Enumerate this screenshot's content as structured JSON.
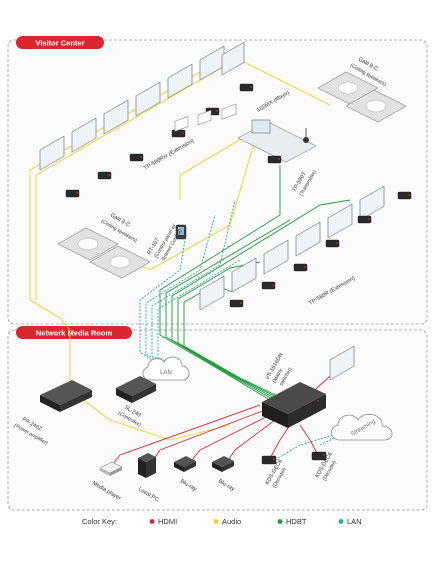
{
  "colors": {
    "hdmi": "#d9262f",
    "audio": "#f0d020",
    "hdbt": "#1f9a3a",
    "lan": "#2aa7b8",
    "section_tab": "#d9262f"
  },
  "sections": {
    "visitor_center": "Visitor Center",
    "network_media_room": "Network Media Room"
  },
  "devices": {
    "galil_8c_top": "Galil 8-C",
    "galil_8c_top_sub": "(Ceiling speakers)",
    "galil_8c_mid": "Galil 8-C",
    "galil_8c_mid_sub": "(Ceiling speakers)",
    "mixer": "102MX (Mixer)",
    "tp580t": "TP-580T",
    "tp580t_sub": "(Transmitter)",
    "tp580rxr": "TP-580Rxr (Extension)",
    "tp580r": "TP-580R (Extension)",
    "control_panel": "RT-107",
    "control_panel_sub1": "(Control panel w/",
    "control_panel_sub2": "Kramer Control)",
    "matrix": "VS-1616DN",
    "matrix_sub1": "(Matrix",
    "matrix_sub2": "switcher)",
    "pa240z": "PA-240Z",
    "pa240z_sub": "(Power amplifier)",
    "sl240": "SL-240",
    "sl240_sub": "(Controller)",
    "kds_dec6_a": "KDS-DEC6",
    "kds_dec6_a_sub": "(Decoder)",
    "kds_dec6_b": "KDS-DEC6",
    "kds_dec6_b_sub": "(Decoder)",
    "media_player": "Media player",
    "local_pc": "Local PC",
    "bluray_1": "Blu-ray",
    "bluray_2": "Blu-ray"
  },
  "clouds": {
    "lan": "LAN",
    "streaming": "Streaming"
  },
  "color_key": {
    "title": "Color Key:",
    "items": [
      {
        "label": "HDMI",
        "color": "#d9262f"
      },
      {
        "label": "Audio",
        "color": "#f0d020"
      },
      {
        "label": "HDBT",
        "color": "#1f9a3a"
      },
      {
        "label": "LAN",
        "color": "#2aa7b8"
      }
    ]
  }
}
